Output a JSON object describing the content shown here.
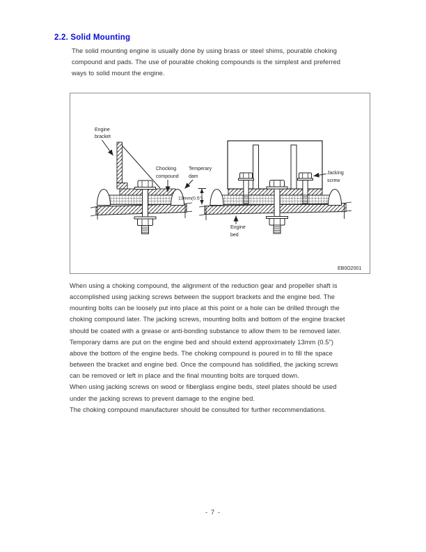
{
  "section": {
    "heading": "2.2. Solid Mounting"
  },
  "intro": {
    "lines": [
      "The solid mounting engine is usually done by using brass or steel shims, pourable choking",
      "compound and pads. The use of pourable choking compounds is the simplest and preferred",
      "ways to solid mount the engine."
    ]
  },
  "figure": {
    "code": "EB0O2001",
    "labels": {
      "engine_bracket": [
        "Engine",
        "bracket"
      ],
      "chocking_compound": [
        "Chocking",
        "compound"
      ],
      "temperary_dam": [
        "Temperary",
        "dam"
      ],
      "jacking_screw": [
        "Jacking",
        "screw"
      ],
      "engine_bed": [
        "Engine",
        "bed"
      ],
      "dimension": "13mm(0.5\")"
    }
  },
  "body": {
    "para1_lines": [
      "When using a choking compound, the alignment of the reduction gear and propeller shaft is",
      "accomplished using jacking screws between the support brackets and the engine bed. The",
      "mounting bolts can be loosely put into place at this point or a hole can be drilled through the",
      "choking compound later. The jacking screws, mounting bolts and bottom of the engine bracket",
      "should be coated with a grease or anti-bonding substance to allow them to be removed later.",
      "Temporary dams are put on the engine bed and should extend approximately 13mm (0.5\")",
      "above the bottom of the engine beds. The choking compound is poured in to fill the space",
      "between the bracket and engine bed. Once the compound has solidified, the jacking screws",
      "can be removed or left in place and the final mounting bolts are torqued down."
    ],
    "para2_lines": [
      "When using jacking screws on wood or fiberglass engine beds, steel plates should be used",
      "under the jacking screws to prevent damage to the engine bed."
    ],
    "para3_lines": [
      "The choking compound manufacturer should be consulted for further recommendations."
    ]
  },
  "page": {
    "number_label": "- 7 -"
  },
  "colors": {
    "heading_blue": "#0a0ad6",
    "body_text": "#333333",
    "figure_line": "#222222",
    "figure_border": "#8c8c8c"
  }
}
